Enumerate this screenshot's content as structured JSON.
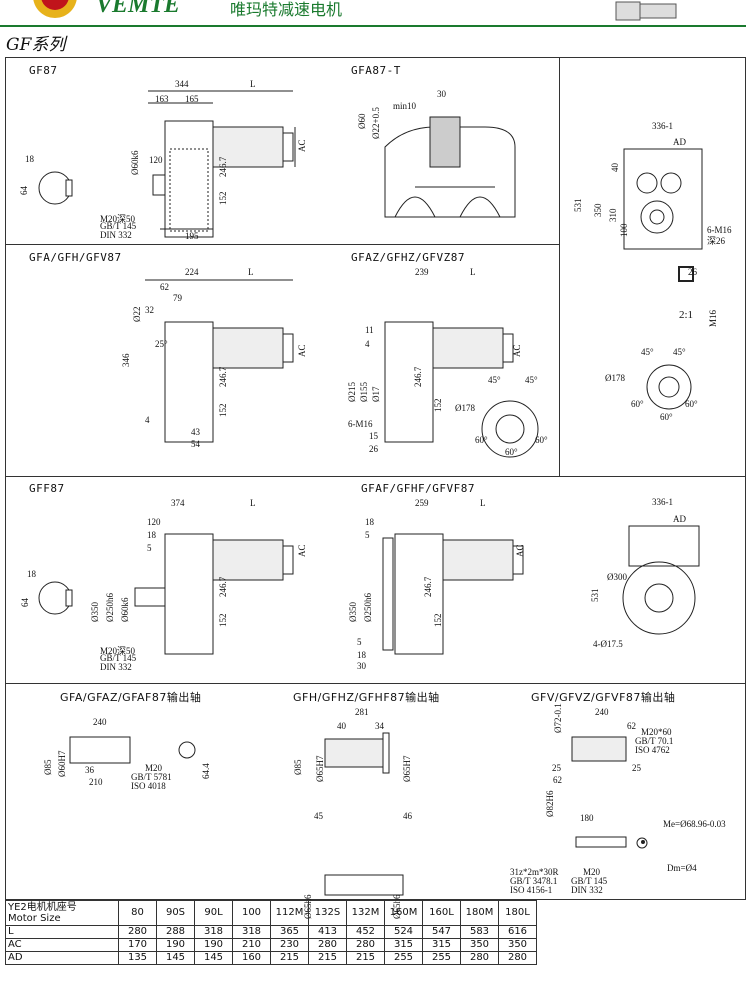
{
  "header": {
    "brand": "VEMTE",
    "brand_cn": "唯玛特减速电机"
  },
  "series_title": "GF系列",
  "panels": {
    "gf87": {
      "title": "GF87",
      "dims": [
        "344",
        "L",
        "163",
        "165",
        "AC",
        "18",
        "64",
        "120",
        "Ø60k6",
        "246.7",
        "152",
        "M20深50",
        "GB/T 145",
        "DIN 332",
        "195"
      ]
    },
    "gfa87t": {
      "title": "GFA87-T",
      "dims": [
        "30",
        "min10",
        "Ø60",
        "Ø22+0.5"
      ]
    },
    "rightTop": {
      "dims": [
        "336-1",
        "AD",
        "40",
        "350",
        "310",
        "531",
        "100",
        "6-M16",
        "深26"
      ]
    },
    "gfa87": {
      "title": "GFA/GFH/GFV87",
      "dims": [
        "224",
        "L",
        "62",
        "79",
        "32",
        "Ø22",
        "25°",
        "346",
        "AC",
        "246.7",
        "152",
        "4",
        "43",
        "54"
      ]
    },
    "gfaz87": {
      "title": "GFAZ/GFHZ/GFVZ87",
      "dims": [
        "239",
        "L",
        "11",
        "4",
        "AC",
        "Ø215",
        "Ø155",
        "Ø17",
        "246.7",
        "152",
        "6-M16",
        "15",
        "26",
        "45°",
        "45°",
        "Ø178",
        "60°",
        "60°",
        "60°"
      ]
    },
    "keyDetail": {
      "dims": [
        "26",
        "2:1",
        "M16",
        "45°",
        "45°",
        "Ø178",
        "60°",
        "60°",
        "60°"
      ]
    },
    "gff87": {
      "title": "GFF87",
      "dims": [
        "374",
        "L",
        "120",
        "18",
        "5",
        "18",
        "64",
        "Ø350",
        "Ø250h6",
        "Ø60k6",
        "246.7",
        "152",
        "AC",
        "M20深50",
        "GB/T 145",
        "DIN 332"
      ]
    },
    "gfaf87": {
      "title": "GFAF/GFHF/GFVF87",
      "dims": [
        "259",
        "L",
        "18",
        "5",
        "Ø350",
        "Ø250h6",
        "246.7",
        "152",
        "AC",
        "5",
        "18",
        "30"
      ]
    },
    "rightMid": {
      "dims": [
        "336-1",
        "AD",
        "531",
        "Ø300",
        "4-Ø17.5"
      ]
    },
    "shaftA": {
      "title": "GFA/GFAZ/GFAF87输出轴",
      "dims": [
        "240",
        "36",
        "210",
        "Ø85",
        "Ø60H7",
        "M20",
        "GB/T 5781",
        "ISO 4018",
        "64.4"
      ]
    },
    "shaftH": {
      "title": "GFH/GFHZ/GFHF87输出轴",
      "dims": [
        "281",
        "40",
        "34",
        "Ø85",
        "Ø65H7",
        "Ø65H7",
        "45",
        "46",
        "Ø65h6",
        "Ø65h6"
      ]
    },
    "shaftV": {
      "title": "GFV/GFVZ/GFVF87输出轴",
      "dims": [
        "240",
        "62",
        "Ø72-0.1",
        "M20*60",
        "GB/T 70.1",
        "ISO 4762",
        "25",
        "25",
        "62",
        "Ø82H6",
        "180",
        "31z*2m*30R",
        "GB/T 3478.1",
        "ISO 4156-1",
        "M20",
        "GB/T 145",
        "DIN 332",
        "Me=Ø68.96-0.03",
        "Dm=Ø4"
      ]
    }
  },
  "size_table": {
    "header": "YE2电机机座号",
    "header2": "Motor Size",
    "sizes": [
      "80",
      "90S",
      "90L",
      "100",
      "112M",
      "132S",
      "132M",
      "160M",
      "160L",
      "180M",
      "180L"
    ],
    "rows": [
      {
        "label": "L",
        "values": [
          "280",
          "288",
          "318",
          "318",
          "365",
          "413",
          "452",
          "524",
          "547",
          "583",
          "616"
        ]
      },
      {
        "label": "AC",
        "values": [
          "170",
          "190",
          "190",
          "210",
          "230",
          "280",
          "280",
          "315",
          "315",
          "350",
          "350"
        ]
      },
      {
        "label": "AD",
        "values": [
          "135",
          "145",
          "145",
          "160",
          "215",
          "215",
          "215",
          "255",
          "255",
          "280",
          "280"
        ]
      }
    ]
  },
  "colors": {
    "line": "#222222",
    "accent": "#1a7a2e",
    "brand_red": "#c0141b"
  }
}
